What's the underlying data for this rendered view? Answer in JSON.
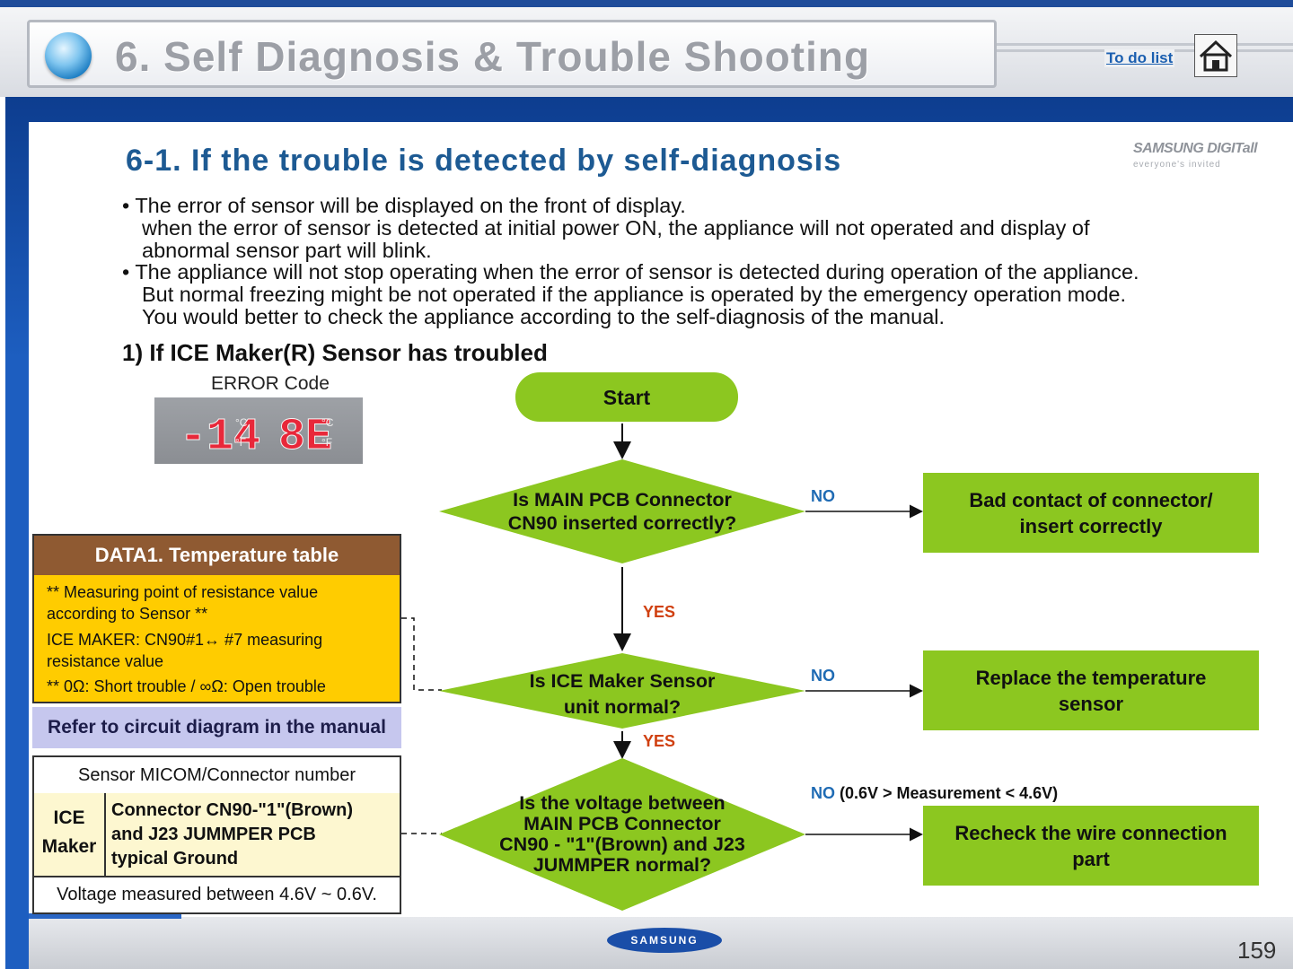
{
  "header": {
    "title": "6. Self Diagnosis & Trouble Shooting",
    "todo_label": "To do list",
    "home_icon": "home-icon"
  },
  "branding": {
    "logo_top": "SAMSUNG DIGITall",
    "logo_tagline": "everyone's invited",
    "footer_logo": "SAMSUNG",
    "page_number": "159"
  },
  "section": {
    "heading": "6-1. If the trouble is detected by self-diagnosis",
    "bullets": [
      "• The error of sensor will be displayed on the front of display.",
      "when the error of sensor is detected at initial power ON, the appliance will not operated and display of",
      "abnormal sensor part will blink.",
      "• The appliance will not stop operating when the error of sensor is detected during operation of the appliance.",
      "But normal freezing might be not operated if the appliance is operated by the emergency operation mode.",
      "You would better to check the appliance according to the self-diagnosis of the manual."
    ],
    "subheading": "1) If ICE Maker(R) Sensor has troubled"
  },
  "error_code": {
    "label": "ERROR Code",
    "left_display": "-14",
    "right_display": "8E",
    "unit_c": "°C",
    "unit_f": "°F"
  },
  "data1": {
    "title": "DATA1. Temperature table",
    "lines": [
      "** Measuring point of resistance value",
      "according to Sensor **",
      "ICE MAKER: CN90#1↔ #7 measuring",
      "resistance value",
      "** 0Ω: Short trouble / ∞Ω: Open trouble"
    ]
  },
  "refer": {
    "text": "Refer to circuit diagram in the manual"
  },
  "micom_table": {
    "header": "Sensor MICOM/Connector number",
    "row_label_1": "ICE",
    "row_label_2": "Maker",
    "row_value": [
      "Connector CN90-\"1\"(Brown)",
      "and J23 JUMMPER PCB",
      "typical Ground"
    ],
    "footer": "Voltage measured between 4.6V ~ 0.6V."
  },
  "flow": {
    "start": "Start",
    "q1": [
      "Is MAIN PCB Connector",
      "CN90 inserted correctly?"
    ],
    "q2": [
      "Is ICE Maker Sensor",
      "unit normal?"
    ],
    "q3": [
      "Is the voltage between",
      "MAIN PCB Connector",
      "CN90 - \"1\"(Brown) and J23",
      "JUMMPER normal?"
    ],
    "a1": [
      "Bad contact of connector/",
      "insert correctly"
    ],
    "a2": [
      "Replace the temperature",
      "sensor"
    ],
    "a3": [
      "Recheck the wire connection",
      "part"
    ],
    "no": "NO",
    "yes": "YES",
    "no3_condition": "(0.6V > Measurement < 4.6V)"
  },
  "colors": {
    "flow_green": "#8cc720",
    "heading_blue": "#1d5a93",
    "data1_header": "#8f5a32",
    "data1_body": "#ffcc00",
    "refer_bg": "#c6c7ee",
    "no_blue": "#1f6bb4",
    "yes_red": "#d04010",
    "digit_red": "#e8283a"
  }
}
